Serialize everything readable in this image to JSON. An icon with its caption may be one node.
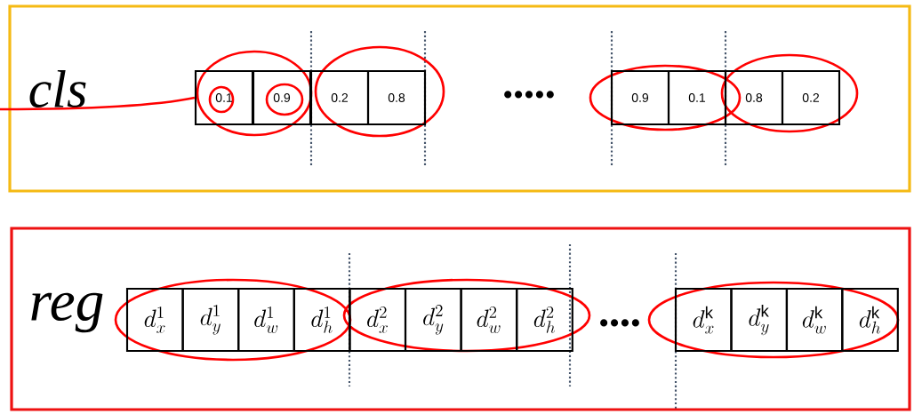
{
  "diagram": {
    "nodes": [
      {
        "text": [
          "cls"
        ]
      },
      {
        "text": [
          "0.1"
        ],
        "in": 0
      },
      {
        "text": [
          "0.9"
        ],
        "in": 0
      },
      {
        "text": [
          "0.2"
        ],
        "in": 0
      },
      {
        "text": [
          "0.8"
        ],
        "in": 0
      },
      {
        "text": [
          "0.9"
        ],
        "in": 0
      },
      {
        "text": [
          "0.1"
        ],
        "in": 0
      },
      {
        "text": [
          "0.8"
        ],
        "in": 0
      },
      {
        "text": [
          "0.2"
        ],
        "in": 0
      },
      {
        "text": [
          "reg"
        ]
      },
      {
        "text": [
          "d^{1}_{x}"
        ],
        "in": 9
      },
      {
        "text": [
          "d^{1}_{y}"
        ],
        "in": 9
      },
      {
        "text": [
          "d^{1}_{w}"
        ],
        "in": 9
      },
      {
        "text": [
          "d^{1}_{h}"
        ],
        "in": 9
      },
      {
        "text": [
          "d^{2}_{x}"
        ],
        "in": 9
      },
      {
        "text": [
          "d^{2}_{y}"
        ],
        "in": 9
      },
      {
        "text": [
          "d^{2}_{w}"
        ],
        "in": 9
      },
      {
        "text": [
          "d^{2}_{h}"
        ],
        "in": 9
      },
      {
        "text": [
          "d^{\\mathrm{k}}_{x}"
        ],
        "in": 9
      },
      {
        "text": [
          "d^{\\mathrm{k}}_{y}"
        ],
        "in": 9
      },
      {
        "text": [
          "d^{\\mathrm{k}}_{w}"
        ],
        "in": 9
      },
      {
        "text": [
          "d^{\\mathrm{k}}_{h}"
        ],
        "in": 9
      }
    ],
    "edges": [
      {
        "from": null,
        "to": 1,
        "arrow": "none",
        "color": "#ff0000"
      }
    ],
    "labels": [
      "•••••",
      "••••"
    ]
  }
}
